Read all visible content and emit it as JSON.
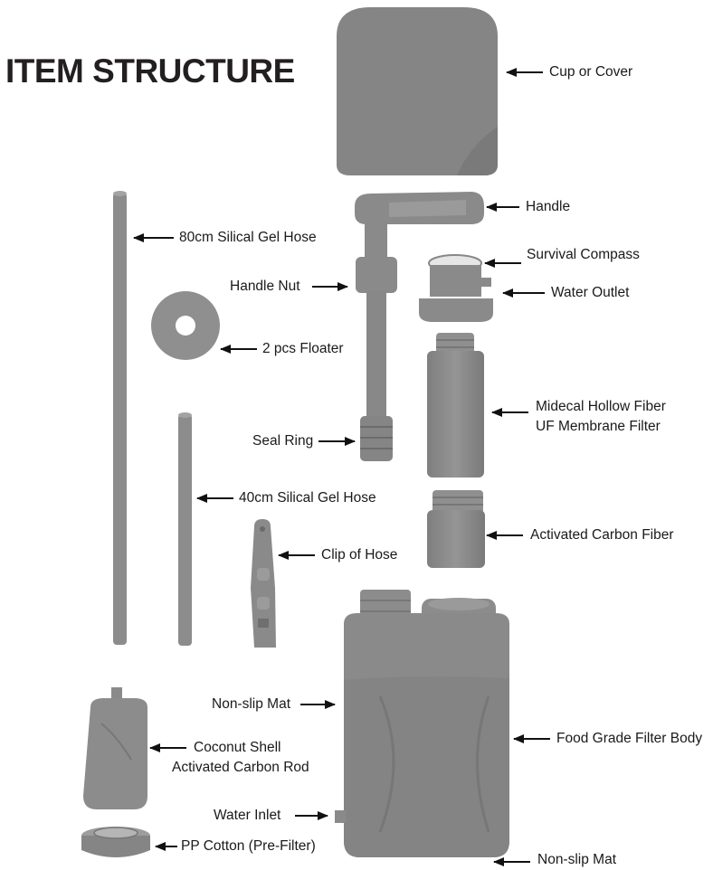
{
  "title": "ITEM STRUCTURE",
  "colors": {
    "part_fill": "#8a8a8a",
    "part_light": "#9c9c9c",
    "part_dark": "#6e6e6e",
    "arrow": "#111111",
    "title": "#231f20"
  },
  "labels": {
    "cup_or_cover": "Cup or Cover",
    "handle": "Handle",
    "hose_80cm": "80cm Silical Gel Hose",
    "survival_compass": "Survival Compass",
    "handle_nut": "Handle Nut",
    "water_outlet": "Water Outlet",
    "floater": "2 pcs Floater",
    "uf_filter_line1": "Midecal Hollow Fiber",
    "uf_filter_line2": "UF Membrane Filter",
    "seal_ring": "Seal Ring",
    "hose_40cm": "40cm Silical Gel Hose",
    "activated_carbon_fiber": "Activated Carbon Fiber",
    "clip_of_hose": "Clip of Hose",
    "non_slip_mat_side": "Non-slip Mat",
    "food_grade_filter_body": "Food Grade Filter Body",
    "coconut_line1": "Coconut Shell",
    "coconut_line2": "Activated Carbon Rod",
    "water_inlet": "Water Inlet",
    "pp_cotton": "PP Cotton (Pre-Filter)",
    "non_slip_mat_bottom": "Non-slip Mat"
  }
}
